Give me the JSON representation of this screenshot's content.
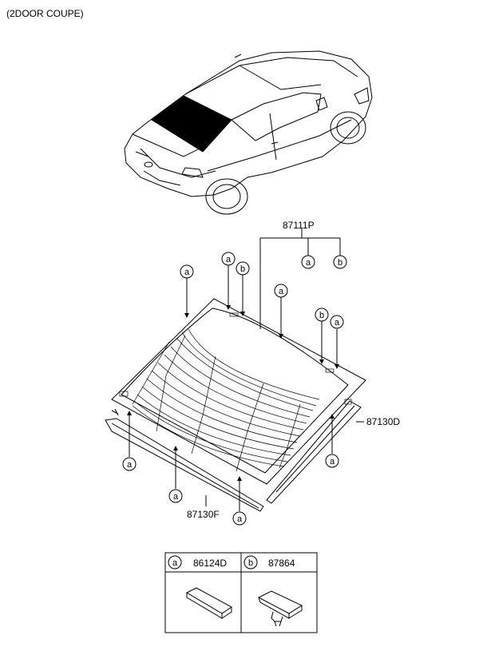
{
  "header": {
    "variant": "(2DOOR COUPE)"
  },
  "callout_letters": {
    "a": "a",
    "b": "b"
  },
  "parts": {
    "main_glass": "87111P",
    "side_molding": "87130D",
    "bottom_molding": "87130F"
  },
  "legend": {
    "a_part": "86124D",
    "b_part": "87864"
  }
}
